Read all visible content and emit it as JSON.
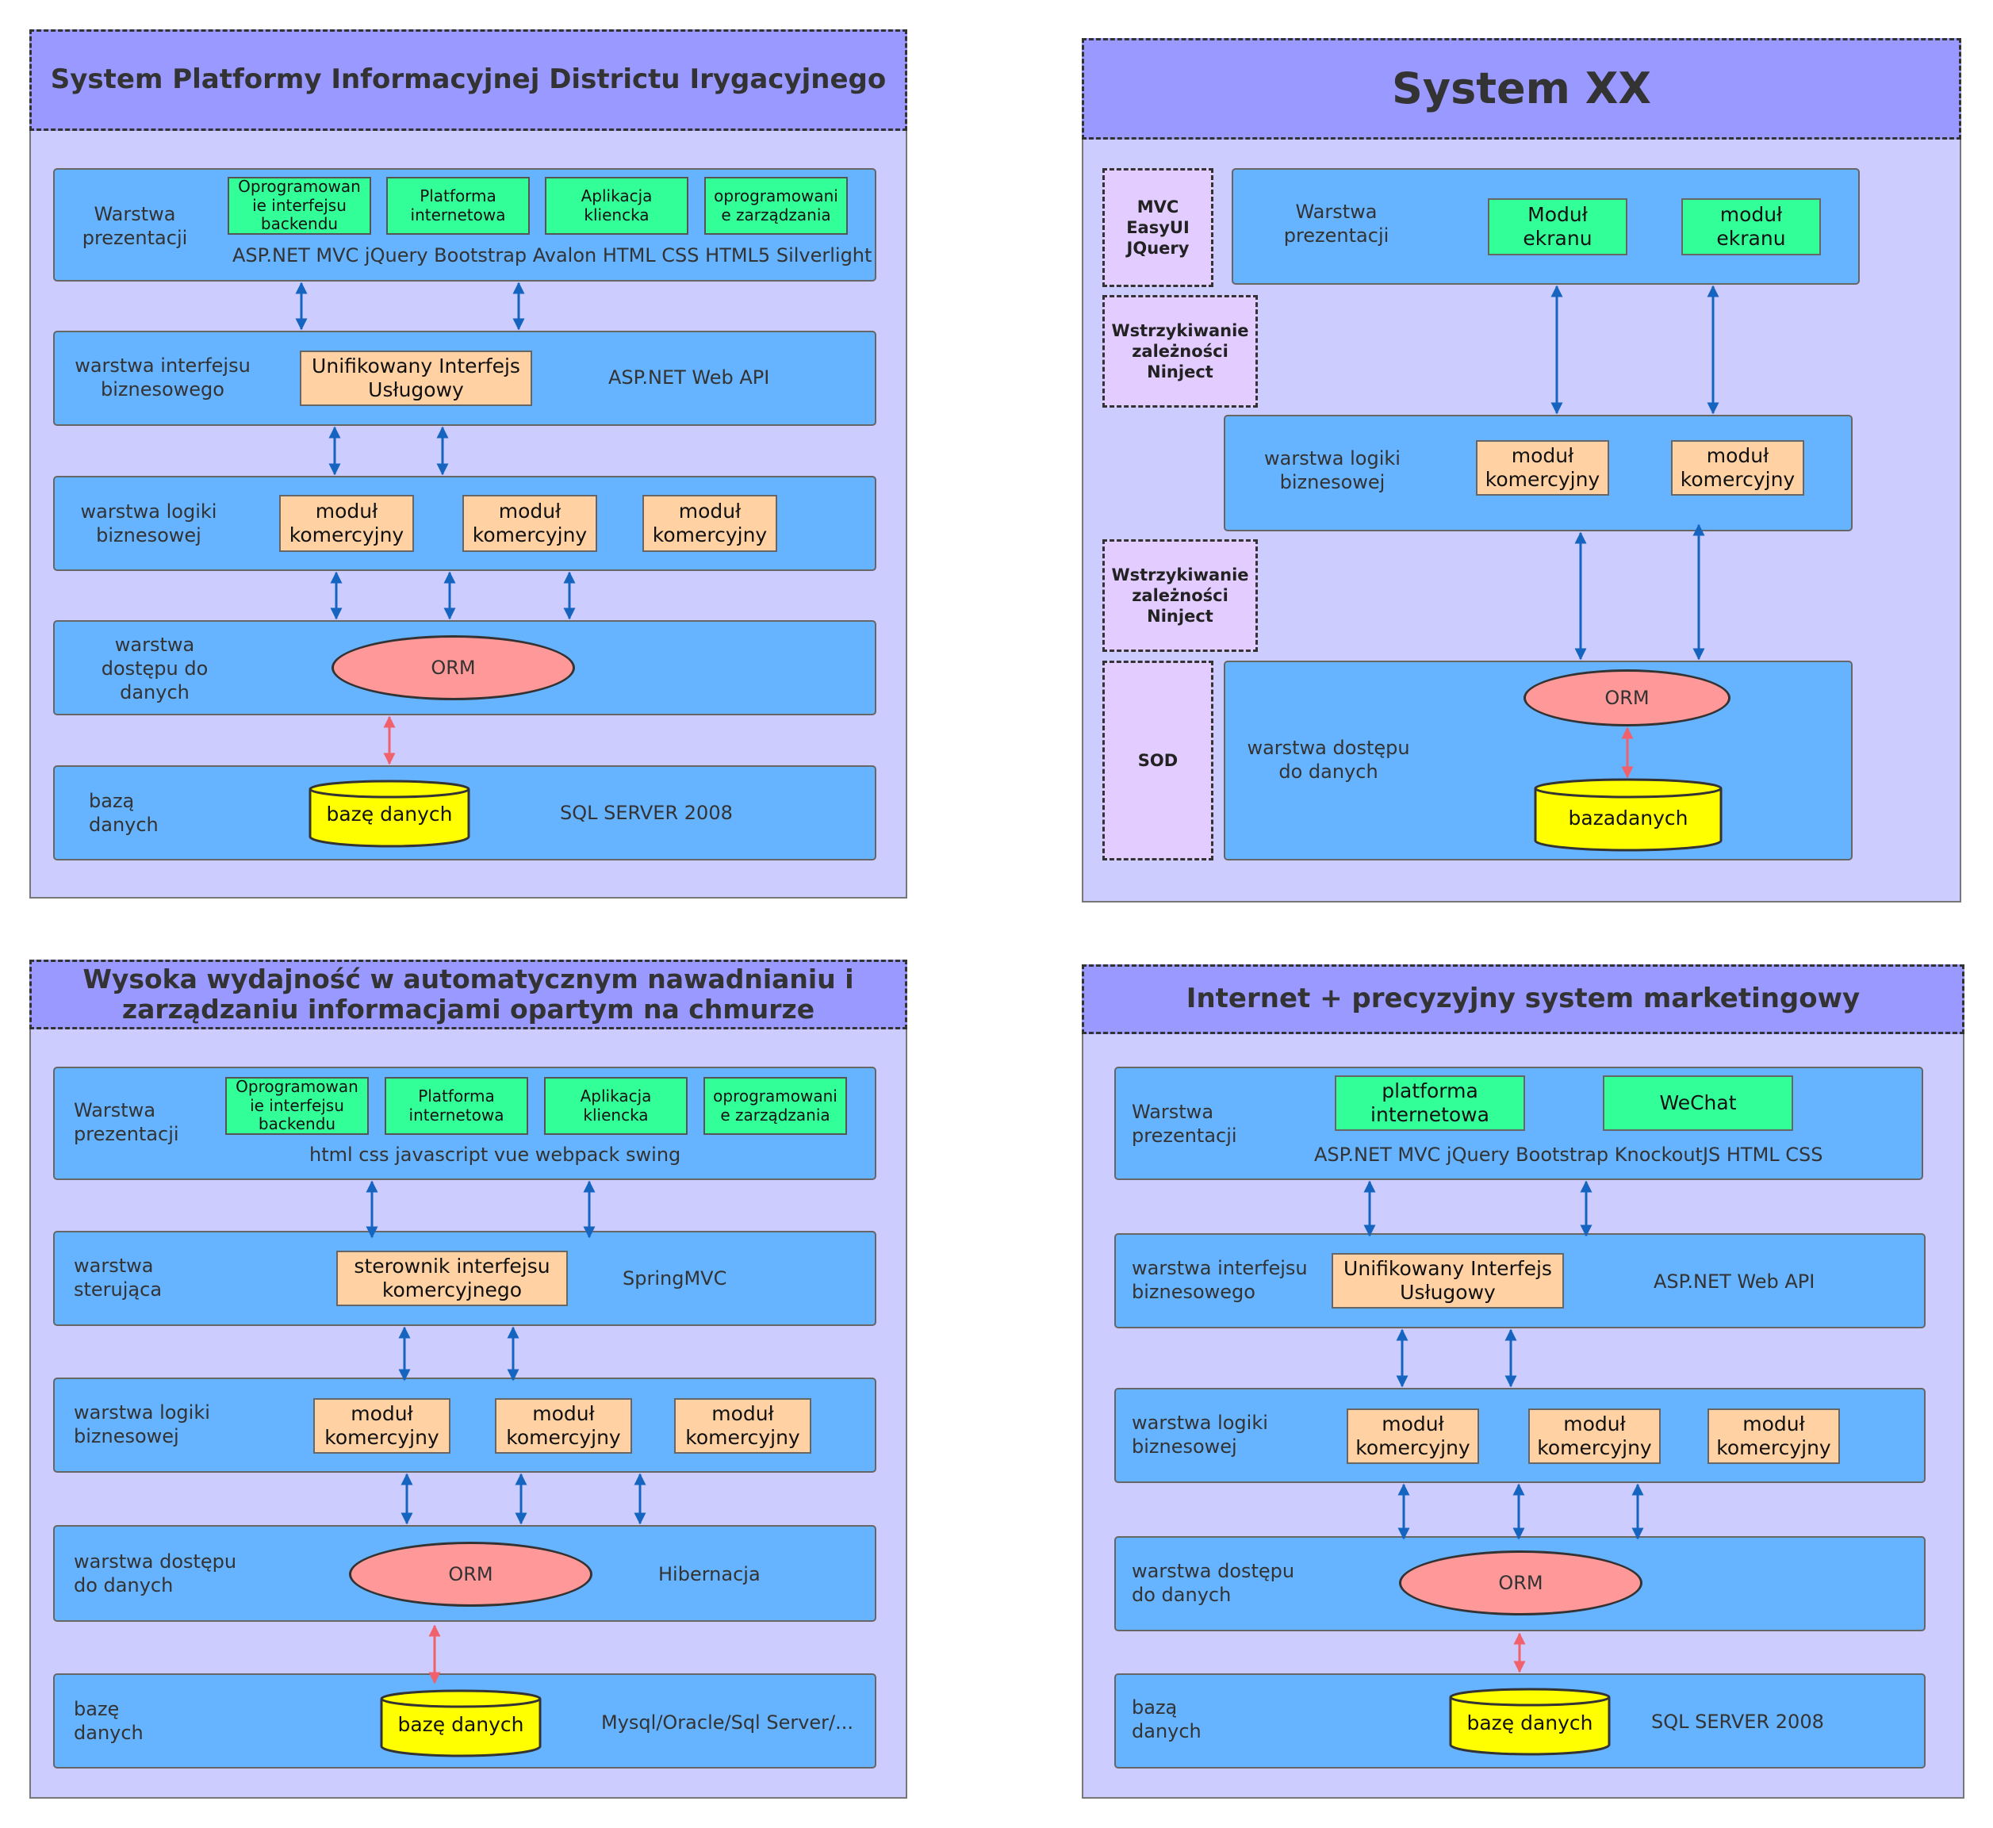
{
  "colors": {
    "panel": "#ccccff",
    "title": "#9999ff",
    "layer": "#66b3ff",
    "green": "#33ff99",
    "orange": "#ffd1a3",
    "orm": "#ff9999",
    "db": "#ffff00",
    "purple": "#e3ccff",
    "arrow_blue": "#1565c0",
    "arrow_red": "#f0616b"
  },
  "tl": {
    "title": "System Platformy Informacyjnej Districtu Irygacyjnego",
    "pres_label": "Warstwa\nprezentacji",
    "apps": [
      "Oprogramowan\nie interfejsu\nbackendu",
      "Platforma\ninternetowa",
      "Aplikacja\nkliencka",
      "oprogramowani\ne zarządzania"
    ],
    "pres_tech": "ASP.NET MVC jQuery Bootstrap Avalon HTML CSS HTML5 Silverlight",
    "iface_label": "warstwa interfejsu\nbiznesowego",
    "iface_box": "Unifikowany Interfejs\nUsługowy",
    "iface_tech": "ASP.NET Web API",
    "logic_label": "warstwa logiki\nbiznesowej",
    "modules": [
      "moduł\nkomercyjny",
      "moduł\nkomercyjny",
      "moduł\nkomercyjny"
    ],
    "data_label": "warstwa\ndostępu do\ndanych",
    "orm": "ORM",
    "db_label": "bazą\ndanych",
    "db": "bazę danych",
    "db_tech": "SQL SERVER 2008"
  },
  "tr": {
    "title": "System XX",
    "side1": "MVC\nEasyUI\nJQuery",
    "side2": "Wstrzykiwanie\nzależności\nNinject",
    "side3": "Wstrzykiwanie\nzależności\nNinject",
    "side4": "SOD",
    "pres_label": "Warstwa\nprezentacji",
    "screens": [
      "Moduł\nekranu",
      "moduł\nekranu"
    ],
    "logic_label": "warstwa logiki\nbiznesowej",
    "modules": [
      "moduł\nkomercyjny",
      "moduł\nkomercyjny"
    ],
    "data_label": "warstwa dostępu\ndo danych",
    "orm": "ORM",
    "db": "bazadanych"
  },
  "bl": {
    "title": "Wysoka wydajność w automatycznym nawadnianiu i\nzarządzaniu informacjami opartym na chmurze",
    "pres_label": "Warstwa\nprezentacji",
    "apps": [
      "Oprogramowan\nie interfejsu\nbackendu",
      "Platforma\ninternetowa",
      "Aplikacja\nkliencka",
      "oprogramowani\ne zarządzania"
    ],
    "pres_tech": "html css javascript vue webpack swing",
    "ctrl_label": "warstwa\nsterująca",
    "ctrl_box": "sterownik interfejsu\nkomercyjnego",
    "ctrl_tech": "SpringMVC",
    "logic_label": "warstwa logiki\nbiznesowej",
    "modules": [
      "moduł\nkomercyjny",
      "moduł\nkomercyjny",
      "moduł\nkomercyjny"
    ],
    "data_label": "warstwa dostępu\ndo danych",
    "orm": "ORM",
    "data_tech": "Hibernacja",
    "db_label": "bazę\ndanych",
    "db": "bazę danych",
    "db_tech": "Mysql/Oracle/Sql Server/..."
  },
  "br": {
    "title": "Internet + precyzyjny system marketingowy",
    "pres_label": "Warstwa\nprezentacji",
    "apps": [
      "platforma\ninternetowa",
      "WeChat"
    ],
    "pres_tech": "ASP.NET MVC jQuery Bootstrap KnockoutJS HTML CSS",
    "iface_label": "warstwa interfejsu\nbiznesowego",
    "iface_box": "Unifikowany Interfejs\nUsługowy",
    "iface_tech": "ASP.NET Web API",
    "logic_label": "warstwa logiki\nbiznesowej",
    "modules": [
      "moduł\nkomercyjny",
      "moduł\nkomercyjny",
      "moduł\nkomercyjny"
    ],
    "data_label": "warstwa dostępu\ndo danych",
    "orm": "ORM",
    "db_label": "bazą\ndanych",
    "db": "bazę danych",
    "db_tech": "SQL SERVER 2008"
  }
}
